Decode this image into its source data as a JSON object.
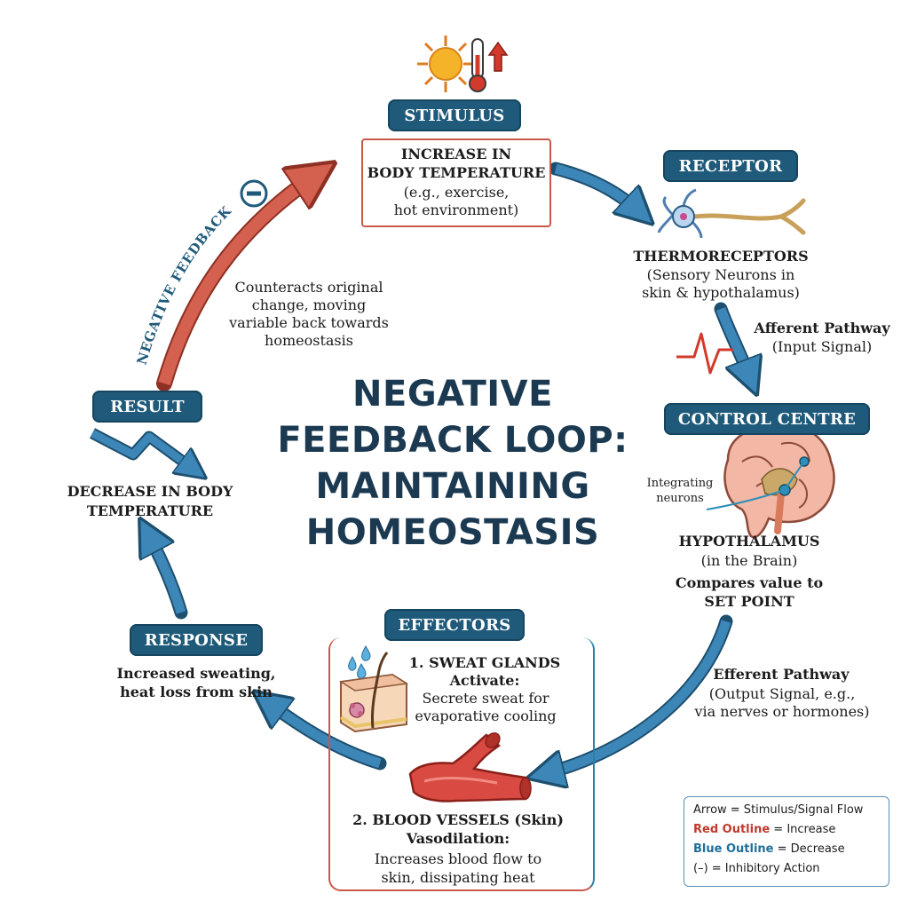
{
  "title": {
    "line1": "NEGATIVE",
    "line2": "FEEDBACK LOOP:",
    "line3": "MAINTAINING",
    "line4": "HOMEOSTASIS"
  },
  "stimulus": {
    "label": "STIMULUS",
    "line1": "INCREASE IN",
    "line2": "BODY TEMPERATURE",
    "line3": "(e.g., exercise,",
    "line4": "hot environment)"
  },
  "receptor": {
    "label": "RECEPTOR",
    "line1": "THERMORECEPTORS",
    "line2": "(Sensory Neurons in",
    "line3": "skin & hypothalamus)"
  },
  "afferent": {
    "line1": "Afferent Pathway",
    "line2": "(Input Signal)"
  },
  "control": {
    "label": "CONTROL CENTRE",
    "integrating1": "Integrating",
    "integrating2": "neurons",
    "line1": "HYPOTHALAMUS",
    "line2": "(in the Brain)",
    "line3": "Compares value to",
    "line4": "SET POINT"
  },
  "efferent": {
    "line1": "Efferent Pathway",
    "line2": "(Output Signal, e.g.,",
    "line3": "via nerves or hormones)"
  },
  "effectors": {
    "label": "EFFECTORS",
    "sweat1": "1. SWEAT GLANDS",
    "sweat2": "Activate:",
    "sweat3": "Secrete sweat for",
    "sweat4": "evaporative cooling",
    "vessel1": "2. BLOOD VESSELS (Skin)",
    "vessel2": "Vasodilation:",
    "vessel3": "Increases blood flow to",
    "vessel4": "skin, dissipating heat"
  },
  "response": {
    "label": "RESPONSE",
    "line1": "Increased sweating,",
    "line2": "heat loss from skin"
  },
  "result": {
    "label": "RESULT",
    "line1": "DECREASE IN BODY",
    "line2": "TEMPERATURE"
  },
  "negative_feedback": {
    "label": "NEGATIVE FEEDBACK",
    "symbol": "–",
    "line1": "Counteracts original",
    "line2": "change, moving",
    "line3": "variable back towards",
    "line4": "homeostasis"
  },
  "legend": {
    "line1": "Arrow = Stimulus/Signal Flow",
    "red_key": "Red Outline",
    "red_val": " = Increase",
    "blue_key": "Blue Outline",
    "blue_val": " = Decrease",
    "line4": "(–) = Inhibitory Action"
  },
  "colors": {
    "navy": "#1f5a7a",
    "arrow_blue": "#3d86b8",
    "arrow_red": "#d4604f",
    "title": "#1b3a52"
  },
  "icons": [
    "sun-icon",
    "thermometer-icon",
    "up-arrow-icon",
    "neuron-icon",
    "pulse-icon",
    "brain-icon",
    "water-drops-icon",
    "skin-icon",
    "blood-vessel-icon",
    "minus-circle-icon"
  ]
}
